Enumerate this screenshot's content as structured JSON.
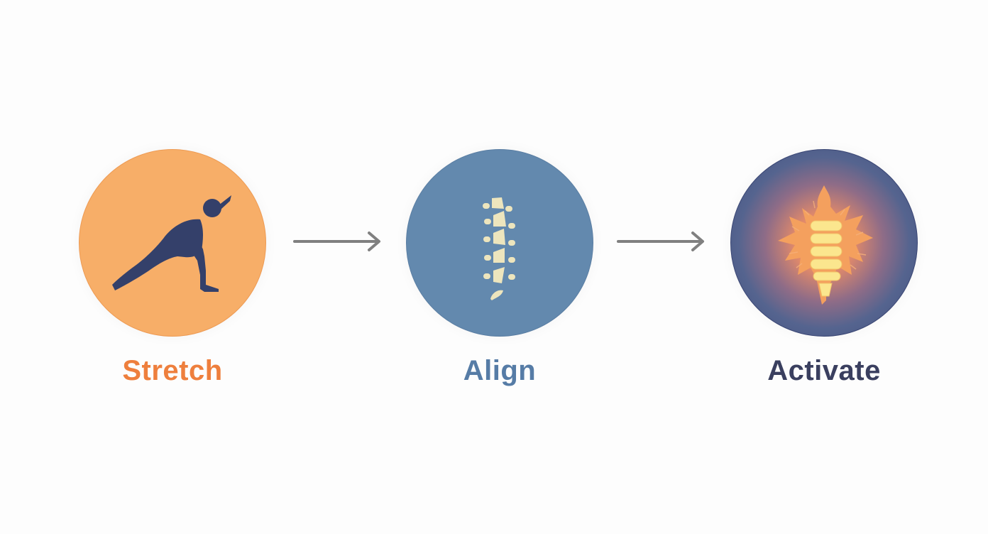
{
  "steps": [
    {
      "label": "Stretch",
      "icon": "stretching-person-icon",
      "color": "#ee7f3d",
      "circle_color": "#f7ae68"
    },
    {
      "label": "Align",
      "icon": "spine-icon",
      "color": "#567ca6",
      "circle_color": "#6389ae"
    },
    {
      "label": "Activate",
      "icon": "glowing-spine-icon",
      "color": "#3a3f5f",
      "circle_color": "#3f4d7c"
    }
  ],
  "arrows": [
    {
      "icon": "arrow-right-icon",
      "color": "#808080"
    },
    {
      "icon": "arrow-right-icon",
      "color": "#808080"
    }
  ]
}
